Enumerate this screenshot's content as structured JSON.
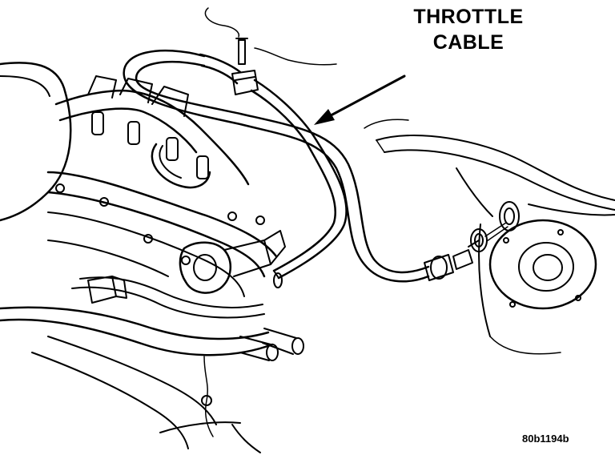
{
  "callout": {
    "line1": "THROTTLE",
    "line2": "CABLE"
  },
  "figure_code": "80b1194b"
}
